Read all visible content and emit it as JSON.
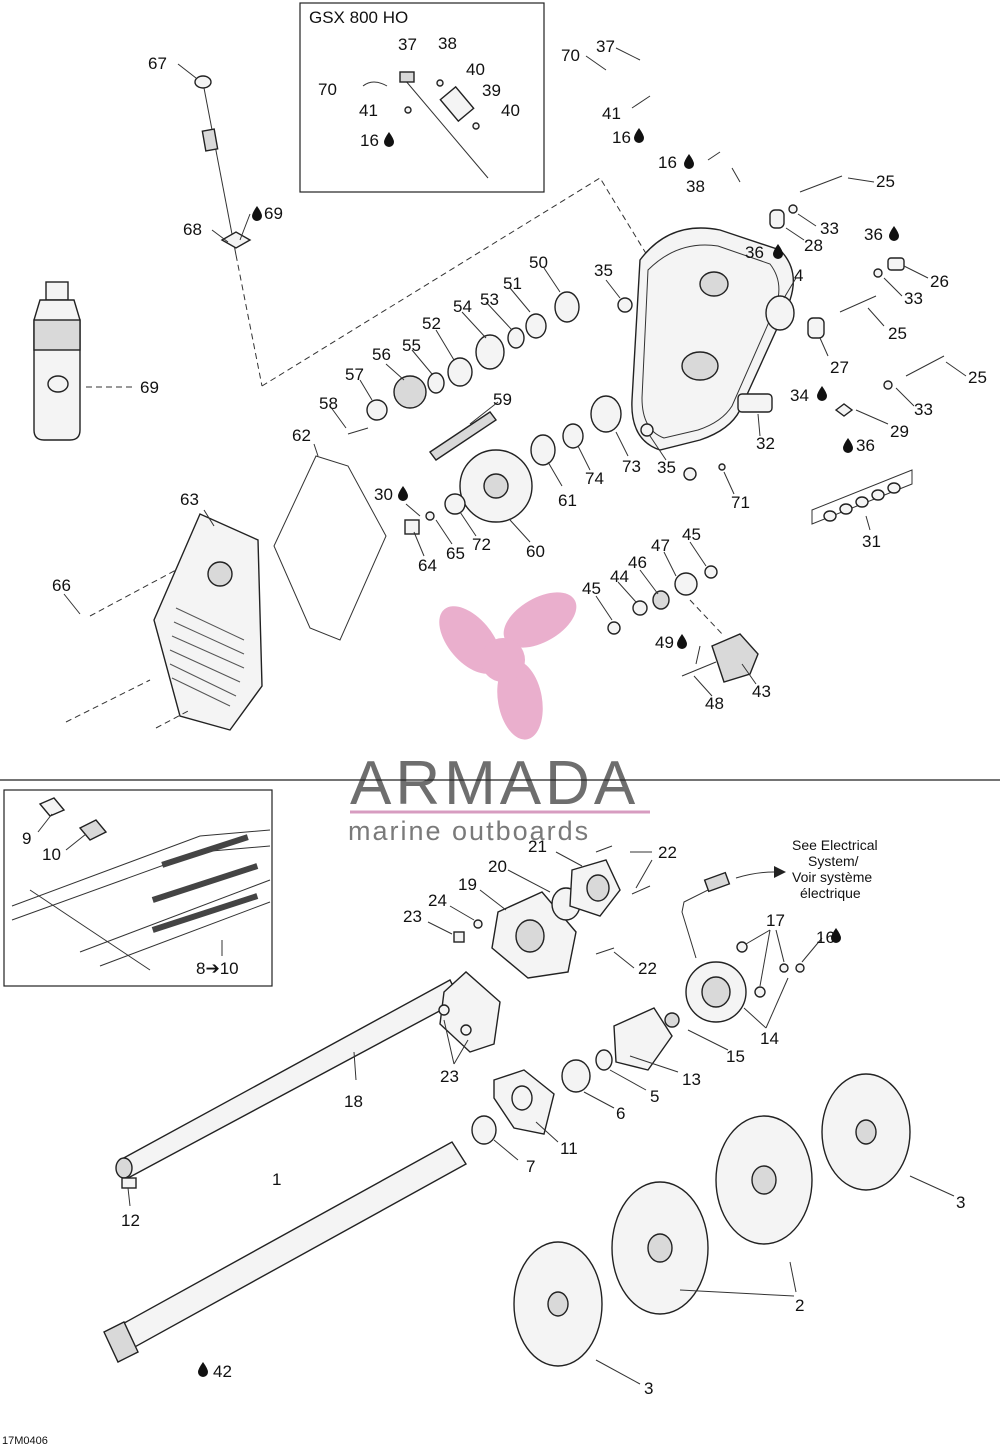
{
  "brand": {
    "name": "ARMADA",
    "tagline": "marine outboards",
    "logo_color": "#e8a7c8",
    "rule_color": "#d79cc0"
  },
  "inset_title": "GSX 800 HO",
  "note": {
    "line1": "See Electrical",
    "line2": "System/",
    "line3": "Voir système",
    "line4": "électrique"
  },
  "ref_code": "17M0406",
  "labels": {
    "p67": "67",
    "p37a": "37",
    "p38a": "38",
    "p70a": "70",
    "p40a": "40",
    "p39": "39",
    "p41a": "41",
    "p40b": "40",
    "p16a": "16",
    "p70b": "70",
    "p37b": "37",
    "p41b": "41",
    "p16b": "16",
    "p16c": "16",
    "p38b": "38",
    "p25a": "25",
    "p33a": "33",
    "p36a": "36",
    "p28": "28",
    "p36b": "36",
    "p26": "26",
    "p33b": "33",
    "p68": "68",
    "p69a": "69",
    "p50": "50",
    "p35a": "35",
    "p4": "4",
    "p51": "51",
    "p53": "53",
    "p54": "54",
    "p52": "52",
    "p55": "55",
    "p56": "56",
    "p57": "57",
    "p25b": "25",
    "p27": "27",
    "p25c": "25",
    "p69b": "69",
    "p59": "59",
    "p58": "58",
    "p34": "34",
    "p33c": "33",
    "p29": "29",
    "p32": "32",
    "p36c": "36",
    "p62": "62",
    "p73": "73",
    "p35b": "35",
    "p74": "74",
    "p61": "61",
    "p71": "71",
    "p63": "63",
    "p30": "30",
    "p72": "72",
    "p65": "65",
    "p64": "64",
    "p60": "60",
    "p31": "31",
    "p47": "47",
    "p45a": "45",
    "p46": "46",
    "p44": "44",
    "p45b": "45",
    "p66": "66",
    "p49": "49",
    "p48": "48",
    "p43": "43",
    "p9": "9",
    "p10": "10",
    "p21": "21",
    "p22a": "22",
    "p20": "20",
    "p19": "19",
    "p24": "24",
    "p23a": "23",
    "p17": "17",
    "p16d": "16",
    "p22b": "22",
    "p810": "8➔10",
    "p14": "14",
    "p15": "15",
    "p23b": "23",
    "p13": "13",
    "p5": "5",
    "p18": "18",
    "p6": "6",
    "p11": "11",
    "p7": "7",
    "p1": "1",
    "p3a": "3",
    "p12": "12",
    "p2": "2",
    "p42": "42",
    "p3b": "3"
  },
  "icons": {
    "lubricant": "oil-drop-icon"
  }
}
